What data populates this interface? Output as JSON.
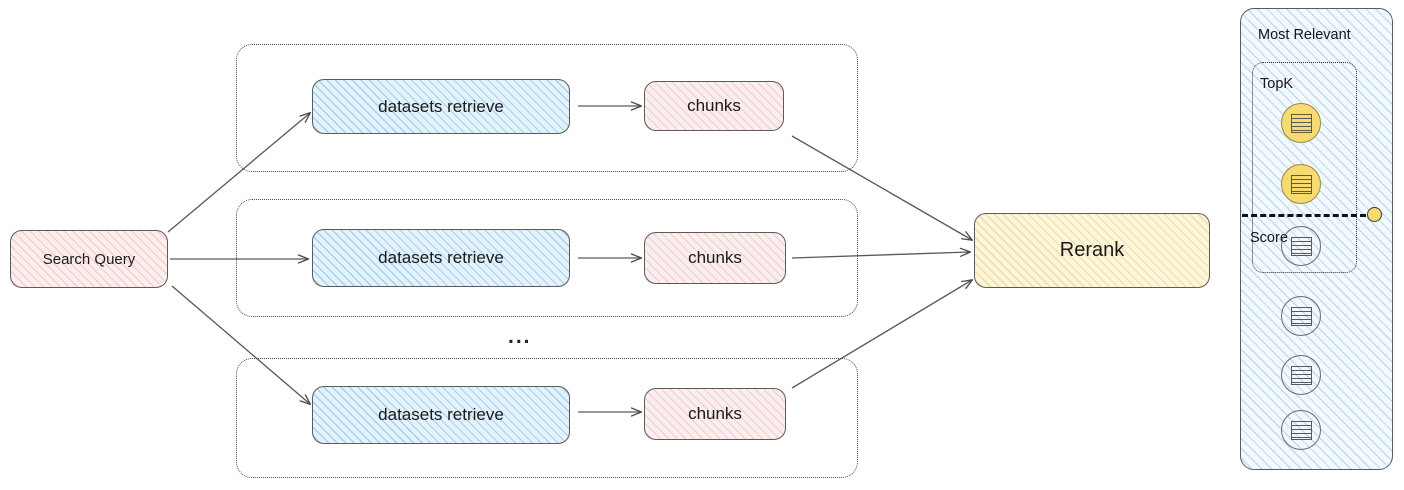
{
  "diagram": {
    "title_text": "",
    "query": {
      "label": "Search Query"
    },
    "lanes": [
      {
        "retrieve_label": "datasets retrieve",
        "chunks_label": "chunks"
      },
      {
        "retrieve_label": "datasets retrieve",
        "chunks_label": "chunks"
      },
      {
        "retrieve_label": "datasets retrieve",
        "chunks_label": "chunks"
      }
    ],
    "ellipsis": "...",
    "rerank": {
      "label": "Rerank"
    },
    "panel": {
      "title": "Most Relevant",
      "topk_label": "TopK",
      "score_label": "Score",
      "documents": [
        {
          "state": "gold"
        },
        {
          "state": "gold"
        },
        {
          "state": "plain"
        },
        {
          "state": "plain"
        },
        {
          "state": "plain"
        },
        {
          "state": "plain"
        }
      ]
    },
    "colors": {
      "query_fill": "#fdeeee",
      "retrieve_fill": "#e4f2fb",
      "chunks_fill": "#fbeeee",
      "rerank_fill": "#fdf6dd",
      "panel_fill": "#f4f9fd",
      "topk_doc_fill": "#f7db72",
      "stroke": "#5b5b5b"
    }
  }
}
